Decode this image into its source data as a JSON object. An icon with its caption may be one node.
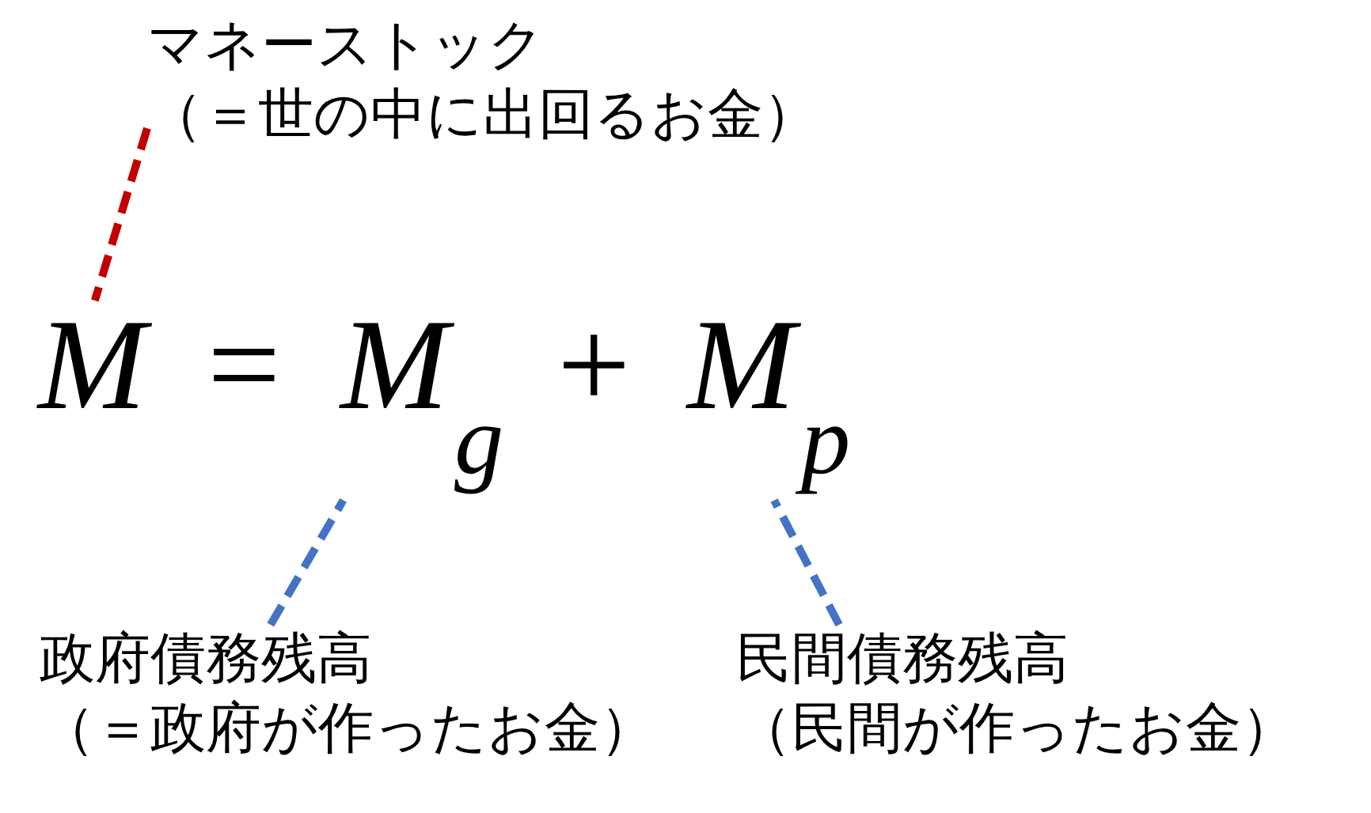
{
  "diagram": {
    "nodes": [
      {
        "text": [
          "マネーストック",
          "（＝世の中に出回るお金）"
        ]
      },
      {
        "text": [
          "M"
        ]
      },
      {
        "text": [
          "M$_{g}$"
        ]
      },
      {
        "text": [
          "M$_{p}$"
        ]
      },
      {
        "text": [
          "政府債務残高",
          "（＝政府が作ったお金）"
        ]
      },
      {
        "text": [
          "民間債務残高",
          "（民間が作ったお金）"
        ]
      }
    ],
    "edges": [
      {
        "from": 0,
        "to": 1,
        "arrow": "none",
        "style": "dashed",
        "color": "#c00000"
      },
      {
        "from": 4,
        "to": 2,
        "arrow": "none",
        "style": "dashed"
      },
      {
        "from": 5,
        "to": 3,
        "arrow": "none",
        "style": "dashed"
      }
    ],
    "labels": [
      "=",
      "+"
    ]
  }
}
